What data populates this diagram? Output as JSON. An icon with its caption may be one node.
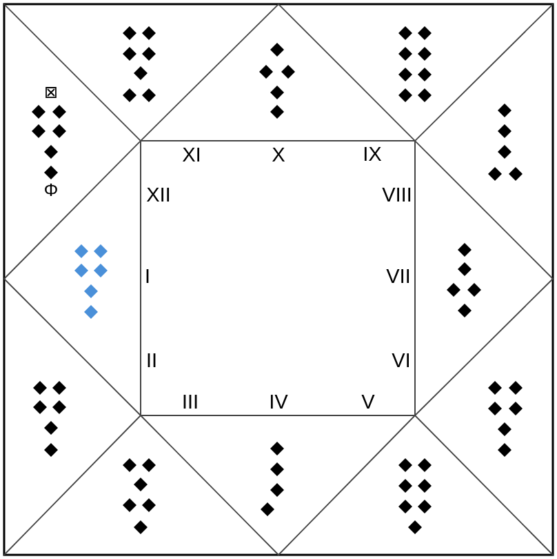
{
  "diagram": {
    "labels": [
      "⊠",
      "XI",
      "X",
      "IX",
      "Φ",
      "XII",
      "VIII",
      "I",
      "VII",
      "II",
      "VI",
      "III",
      "IV",
      "V"
    ]
  }
}
